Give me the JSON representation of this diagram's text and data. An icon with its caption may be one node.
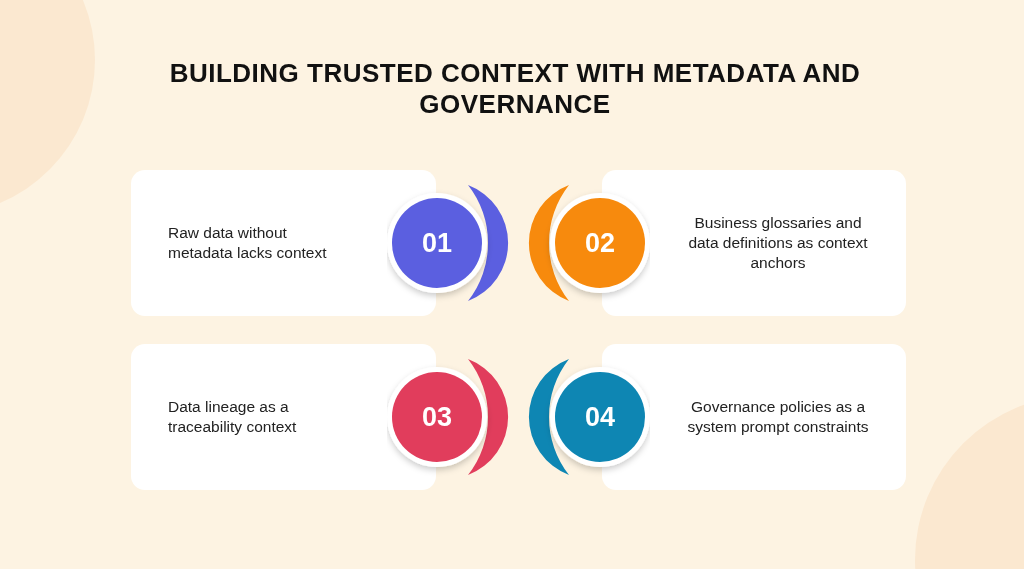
{
  "diagram": {
    "title": "BUILDING TRUSTED CONTEXT WITH METADATA AND GOVERNANCE",
    "nodes": [
      {
        "text": [
          "Raw data without metadata lacks context"
        ]
      },
      {
        "text": [
          "01"
        ]
      },
      {
        "text": [
          "02"
        ]
      },
      {
        "text": [
          "Business glossaries and data definitions as context anchors"
        ]
      },
      {
        "text": [
          "Data lineage as a traceability context"
        ]
      },
      {
        "text": [
          "03"
        ]
      },
      {
        "text": [
          "04"
        ]
      },
      {
        "text": [
          "Governance policies as a system prompt constraints"
        ]
      }
    ]
  }
}
